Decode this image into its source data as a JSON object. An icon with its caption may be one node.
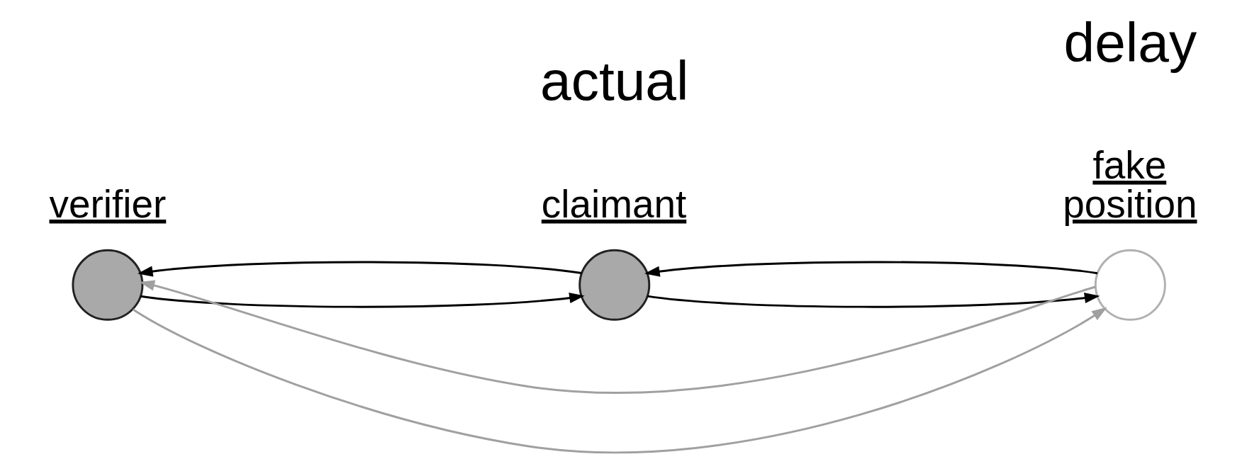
{
  "diagram": {
    "nodes": [
      {
        "text": [
          "verifier"
        ]
      },
      {
        "text": [
          "claimant"
        ]
      },
      {
        "text": [
          "fake position"
        ]
      }
    ],
    "edges": [
      {
        "from": 0,
        "to": 2,
        "arrow": "to",
        "color": "#a0a0a0"
      },
      {
        "from": 0,
        "to": 1,
        "arrow": "to"
      },
      {
        "from": 1,
        "to": 0,
        "arrow": "to"
      },
      {
        "from": 1,
        "to": 2,
        "arrow": "to"
      },
      {
        "from": 2,
        "to": 1,
        "arrow": "to"
      },
      {
        "from": 2,
        "to": 0,
        "arrow": "to",
        "color": "#a0a0a0"
      }
    ],
    "labels": [
      "actual",
      "delay"
    ]
  }
}
